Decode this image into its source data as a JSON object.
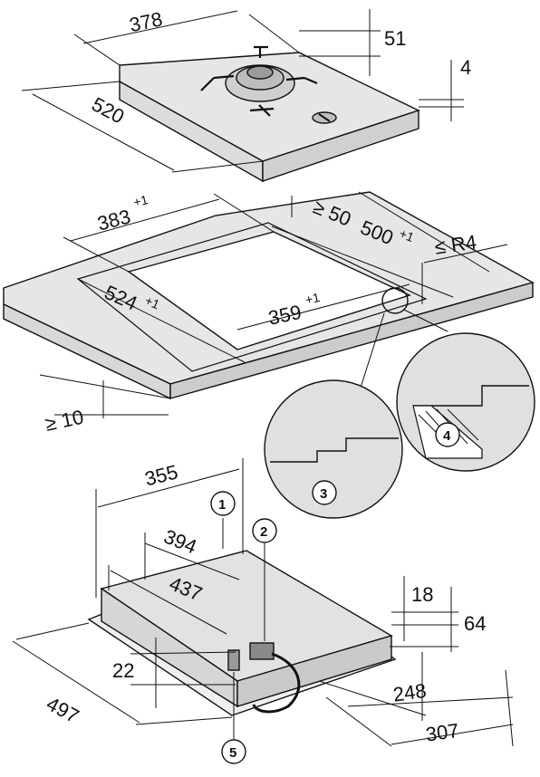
{
  "hob": {
    "width": "378",
    "depth": "520",
    "pan_support_height": "51",
    "glass_thickness": "4"
  },
  "cutout": {
    "width": "383",
    "width_tol": "+1",
    "depth": "500",
    "depth_tol": "+1",
    "min_back_distance": "≥ 50",
    "corner_radius": "≤ R4",
    "rebate_width": "359",
    "rebate_width_tol": "+1",
    "rebate_depth": "524",
    "rebate_depth_tol": "+1",
    "min_worktop_thickness": "≥ 10"
  },
  "underside": {
    "dim_355": "355",
    "dim_394": "394",
    "dim_437": "437",
    "dim_497": "497",
    "dim_22": "22",
    "dim_18": "18",
    "dim_64": "64",
    "dim_248": "248",
    "dim_307": "307"
  },
  "callouts": [
    "1",
    "2",
    "3",
    "4",
    "5"
  ],
  "colors": {
    "line": "#111111",
    "surface_fill": "#e6e6e6",
    "side_fill": "#d9d9d9",
    "background": "#ffffff"
  }
}
